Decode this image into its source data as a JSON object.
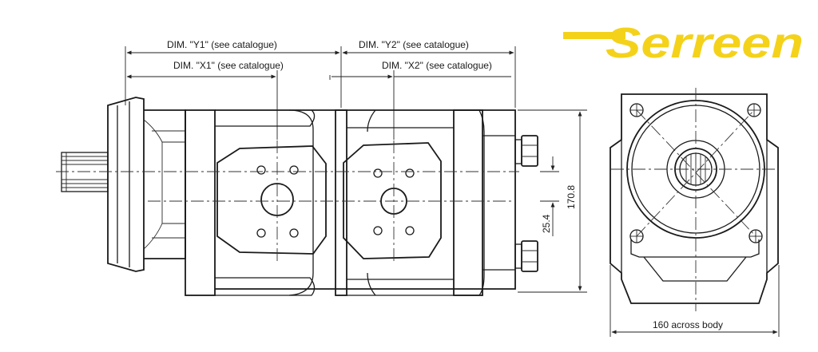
{
  "brand": {
    "name": "Serreen",
    "color": "#f4d21a"
  },
  "dimensions": {
    "y1": "DIM. \"Y1\" (see catalogue)",
    "x1": "DIM. \"X1\" (see catalogue)",
    "y2": "DIM. \"Y2\" (see catalogue)",
    "x2": "DIM. \"X2\" (see catalogue)",
    "height": "170.8",
    "offset": "25.4",
    "width": "160 across body"
  }
}
